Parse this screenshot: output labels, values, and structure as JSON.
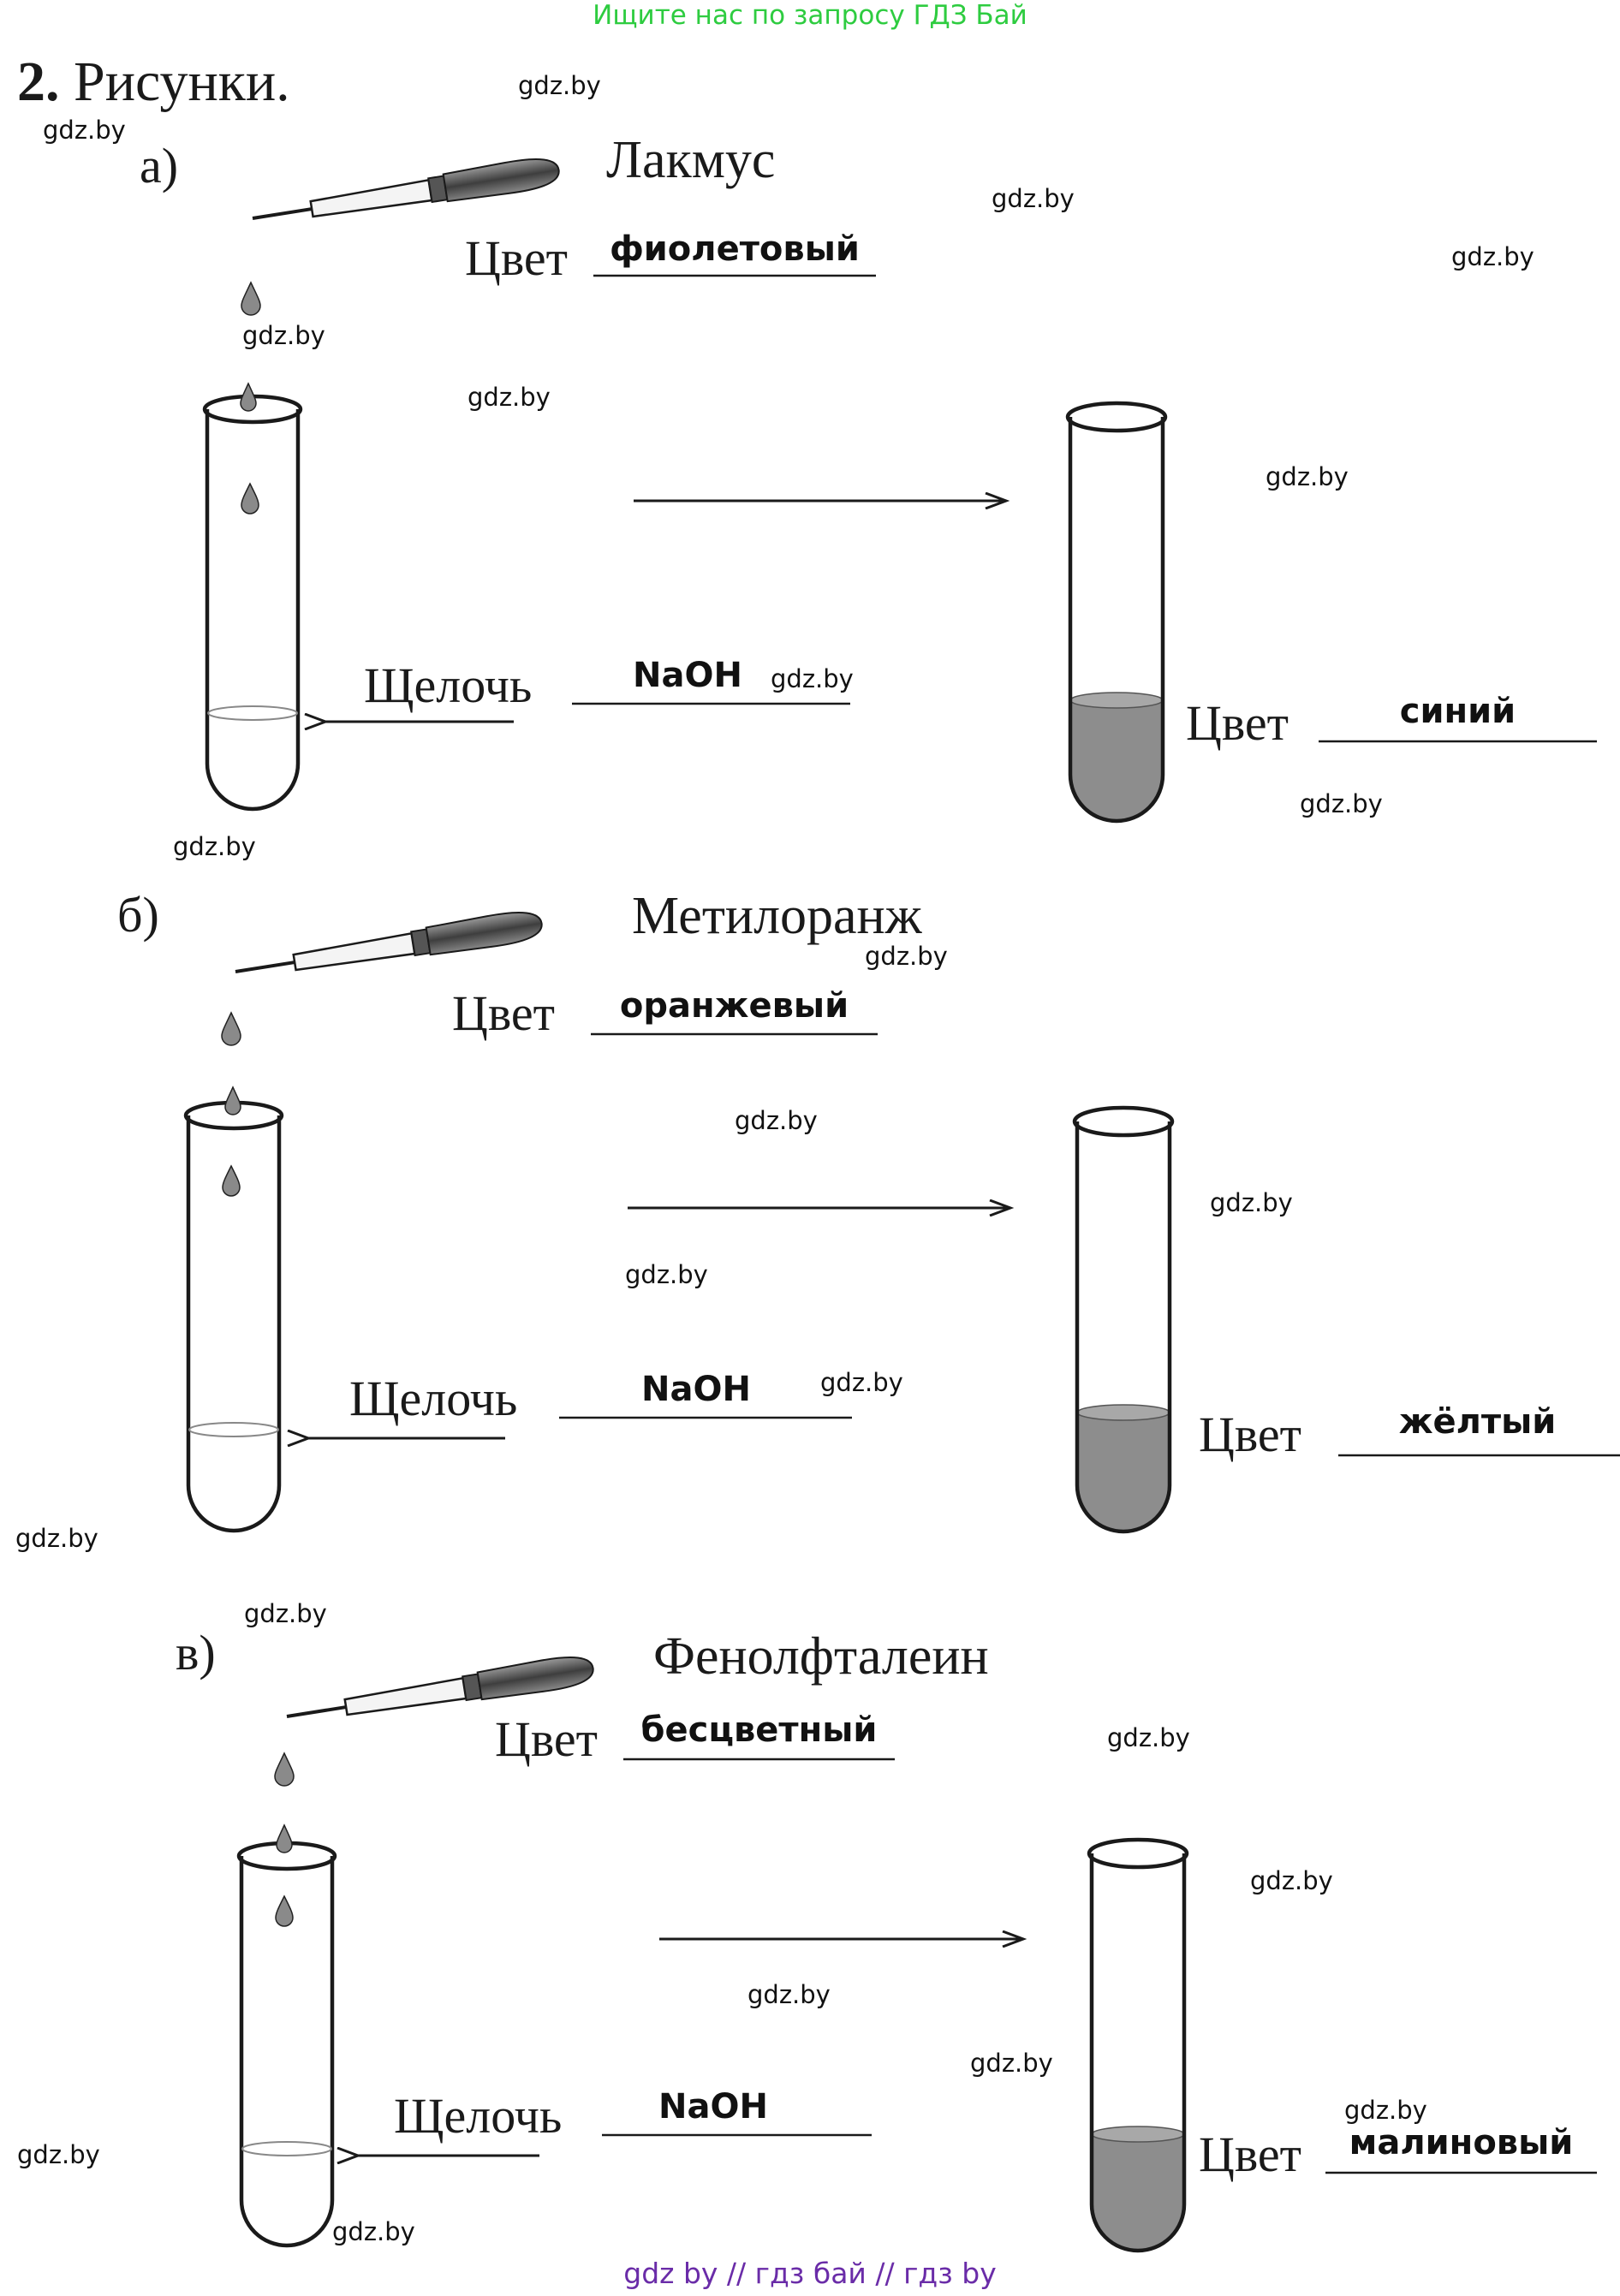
{
  "top_banner": "Ищите нас по запросу ГДЗ Бай",
  "bottom_banner": "gdz by  //  гдз бай  //  гдз by",
  "heading": {
    "number": "2.",
    "title": "Рисунки."
  },
  "color_label": "Цвет",
  "alkali_label": "Щелочь",
  "sections": [
    {
      "letter": "а)",
      "indicator": "Лакмус",
      "indicator_color": "фиолетовый",
      "alkali": "NaOH",
      "result_color": "синий"
    },
    {
      "letter": "б)",
      "indicator": "Метилоранж",
      "indicator_color": "оранжевый",
      "alkali": "NaOH",
      "result_color": "жёлтый"
    },
    {
      "letter": "в)",
      "indicator": "Фенолфталеин",
      "indicator_color": "бесцветный",
      "alkali": "NaOH",
      "result_color": "малиновый"
    }
  ],
  "watermark": "gdz.by",
  "colors": {
    "top_banner": "#2ecc40",
    "bottom_banner": "#6a2ca8"
  }
}
